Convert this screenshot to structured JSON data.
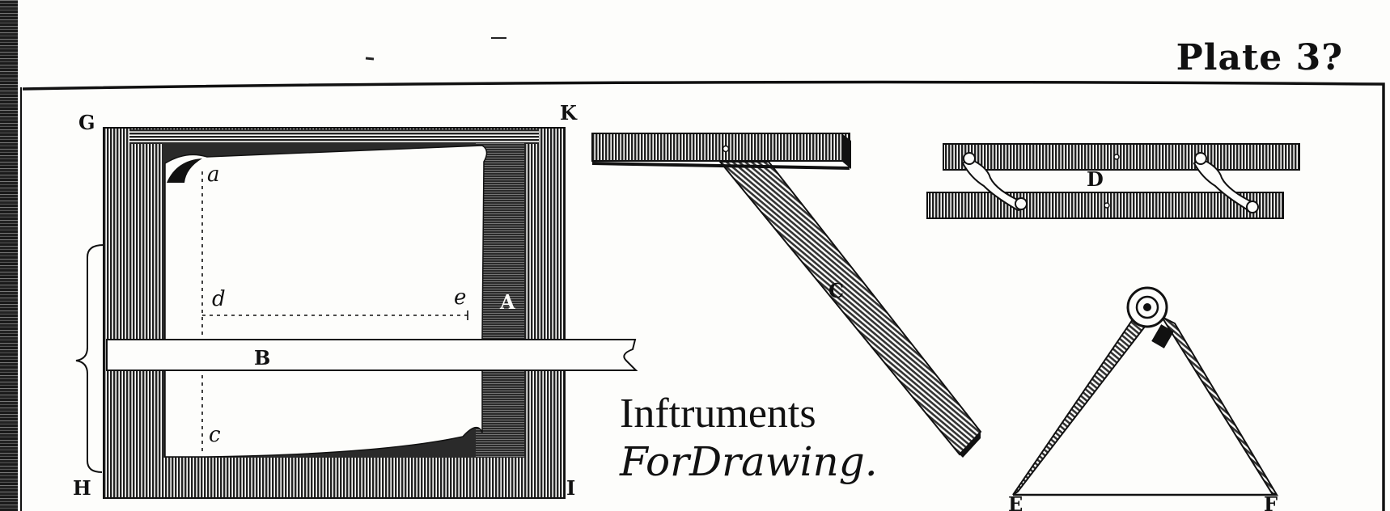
{
  "plate": {
    "title": "Plate 3?"
  },
  "caption": {
    "line1": "Inftruments",
    "line2": "ForDrawing."
  },
  "labels": {
    "G": "G",
    "K": "K",
    "H": "H",
    "I": "I",
    "A": "A",
    "B": "B",
    "C": "C",
    "D": "D",
    "E": "E",
    "F": "F",
    "a": "a",
    "c": "c",
    "d": "d",
    "e": "e"
  },
  "figures": [
    {
      "id": "A",
      "name": "Drawing board with paper"
    },
    {
      "id": "B",
      "name": "T-square"
    },
    {
      "id": "C",
      "name": "Bevel"
    },
    {
      "id": "D",
      "name": "Parallel ruler"
    },
    {
      "id": "E-F",
      "name": "Compasses"
    }
  ],
  "colors": {
    "ink": "#111111",
    "paper": "#fdfdfb",
    "hatch": "#3a3a3a"
  }
}
